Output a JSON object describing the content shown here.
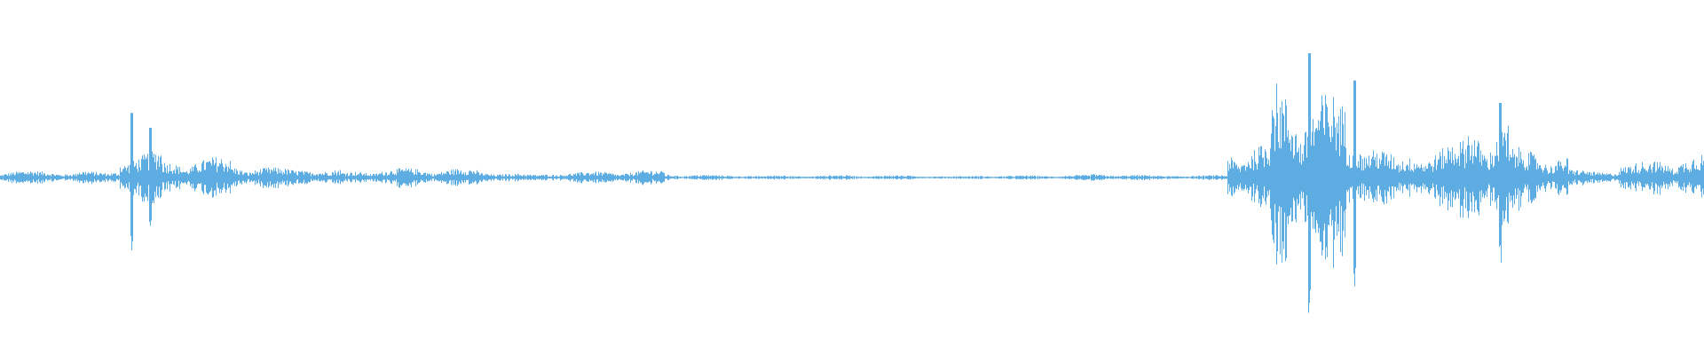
{
  "waveform": {
    "color": "#5DADE2",
    "background": "#FFFFFF",
    "segments": [
      {
        "start": 0.0,
        "end": 0.045,
        "amplitude": 0.06
      },
      {
        "start": 0.045,
        "end": 0.07,
        "amplitude": 0.1
      },
      {
        "start": 0.07,
        "end": 0.095,
        "amplitude": 0.3
      },
      {
        "start": 0.095,
        "end": 0.135,
        "amplitude": 0.17
      },
      {
        "start": 0.135,
        "end": 0.175,
        "amplitude": 0.11
      },
      {
        "start": 0.175,
        "end": 0.2,
        "amplitude": 0.13
      },
      {
        "start": 0.2,
        "end": 0.28,
        "amplitude": 0.08
      },
      {
        "start": 0.28,
        "end": 0.34,
        "amplitude": 0.06
      },
      {
        "start": 0.34,
        "end": 0.39,
        "amplitude": 0.06
      },
      {
        "start": 0.39,
        "end": 0.465,
        "amplitude": 0.03
      },
      {
        "start": 0.465,
        "end": 0.56,
        "amplitude": 0.02
      },
      {
        "start": 0.56,
        "end": 0.58,
        "amplitude": 0.03
      },
      {
        "start": 0.58,
        "end": 0.64,
        "amplitude": 0.02
      },
      {
        "start": 0.64,
        "end": 0.72,
        "amplitude": 0.03
      },
      {
        "start": 0.72,
        "end": 0.745,
        "amplitude": 0.3
      },
      {
        "start": 0.745,
        "end": 0.79,
        "amplitude": 0.8
      },
      {
        "start": 0.79,
        "end": 0.82,
        "amplitude": 0.5
      },
      {
        "start": 0.82,
        "end": 0.86,
        "amplitude": 0.35
      },
      {
        "start": 0.86,
        "end": 0.885,
        "amplitude": 0.48
      },
      {
        "start": 0.885,
        "end": 0.92,
        "amplitude": 0.25
      },
      {
        "start": 0.92,
        "end": 0.95,
        "amplitude": 0.1
      },
      {
        "start": 0.95,
        "end": 1.0,
        "amplitude": 0.2
      }
    ],
    "peaks": [
      {
        "position": 0.077,
        "amplitude": 0.52
      },
      {
        "position": 0.088,
        "amplitude": 0.4
      },
      {
        "position": 0.768,
        "amplitude": 1.0
      },
      {
        "position": 0.795,
        "amplitude": 0.78
      },
      {
        "position": 0.88,
        "amplitude": 0.6
      }
    ]
  }
}
